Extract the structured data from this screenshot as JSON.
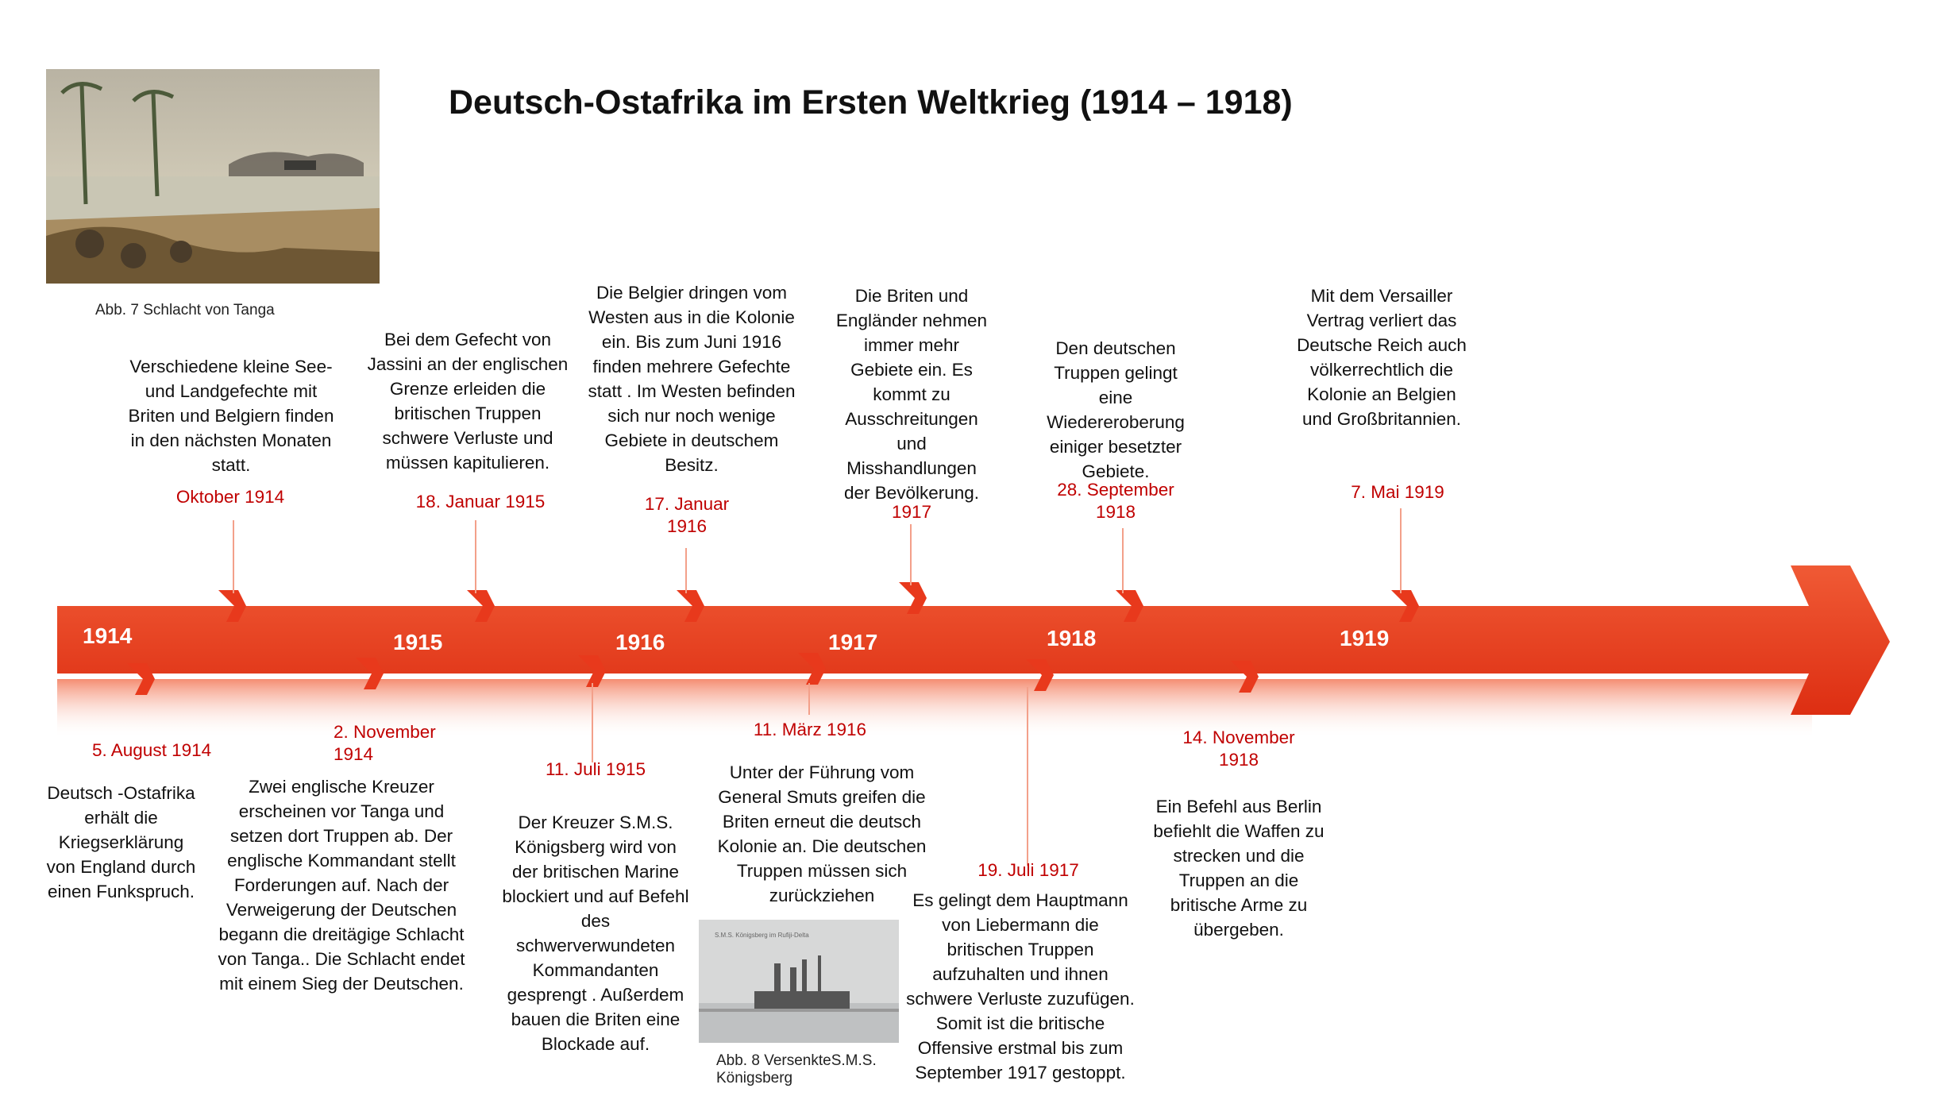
{
  "title": "Deutsch-Ostafrika im Ersten Weltkrieg (1914  – 1918)",
  "images": {
    "tanga": {
      "caption": "Abb. 7 Schlacht von Tanga"
    },
    "koenigsberg": {
      "caption": "Abb. 8 VersenkteS.M.S. Königsberg",
      "inner_text": "S.M.S. Königsberg im Rufiji-Delta"
    }
  },
  "years": [
    "1914",
    "1915",
    "1916",
    "1917",
    "1918",
    "1919"
  ],
  "colors": {
    "arrow": "#e8391c",
    "arrow_light": "#f6754f",
    "date": "#c00000"
  },
  "events_top": [
    {
      "date": "Oktober 1914",
      "text": "Verschiedene kleine See- und Landgefechte mit Briten und Belgiern finden in den nächsten Monaten statt."
    },
    {
      "date": "18. Januar 1915",
      "text": "Bei dem Gefecht von Jassini an der englischen Grenze erleiden die britischen Truppen schwere Verluste und müssen  kapitulieren."
    },
    {
      "date": "17. Januar 1916",
      "text": "Die Belgier dringen vom Westen aus in die Kolonie ein. Bis zum Juni 1916 finden mehrere Gefechte statt . Im Westen befinden sich nur noch wenige Gebiete in deutschem Besitz."
    },
    {
      "date": "1917",
      "text": "Die Briten und Engländer nehmen immer mehr Gebiete ein. Es kommt zu Ausschreitungen und Misshandlungen der Bevölkerung."
    },
    {
      "date": "28. September 1918",
      "text": "Den deutschen Truppen gelingt eine Wiedereroberung einiger besetzter Gebiete."
    },
    {
      "date": "7. Mai 1919",
      "text": "Mit dem Versailler Vertrag verliert das Deutsche Reich auch völkerrechtlich die Kolonie an Belgien und Großbritannien."
    }
  ],
  "events_bottom": [
    {
      "date": "5. August 1914",
      "text": "Deutsch -Ostafrika erhält die Kriegserklärung von England durch einen Funkspruch."
    },
    {
      "date": "2. November 1914",
      "text": "Zwei englische Kreuzer erscheinen vor Tanga und setzen dort Truppen ab.  Der englische Kommandant stellt Forderungen auf.  Nach der Verweigerung der Deutschen begann die dreitägige Schlacht von Tanga.. Die Schlacht endet mit einem Sieg der Deutschen."
    },
    {
      "date": "11. Juli 1915",
      "text": "Der Kreuzer S.M.S. Königsberg wird von der britischen Marine blockiert und auf Befehl des schwerverwundeten Kommandanten gesprengt . Außerdem bauen die Briten eine Blockade auf."
    },
    {
      "date": "11. März 1916",
      "text": "Unter der Führung vom General Smuts greifen die Briten erneut die deutsch Kolonie an. Die deutschen Truppen müssen sich zurückziehen"
    },
    {
      "date": "19. Juli 1917",
      "text": "Es gelingt dem Hauptmann von Liebermann die britischen Truppen aufzuhalten und ihnen schwere Verluste zuzufügen. Somit ist die britische Offensive erstmal bis zum September 1917 gestoppt."
    },
    {
      "date": "14. November 1918",
      "text": "Ein Befehl aus Berlin befiehlt die  Waffen zu strecken und die Truppen an die britische Arme zu übergeben."
    }
  ]
}
